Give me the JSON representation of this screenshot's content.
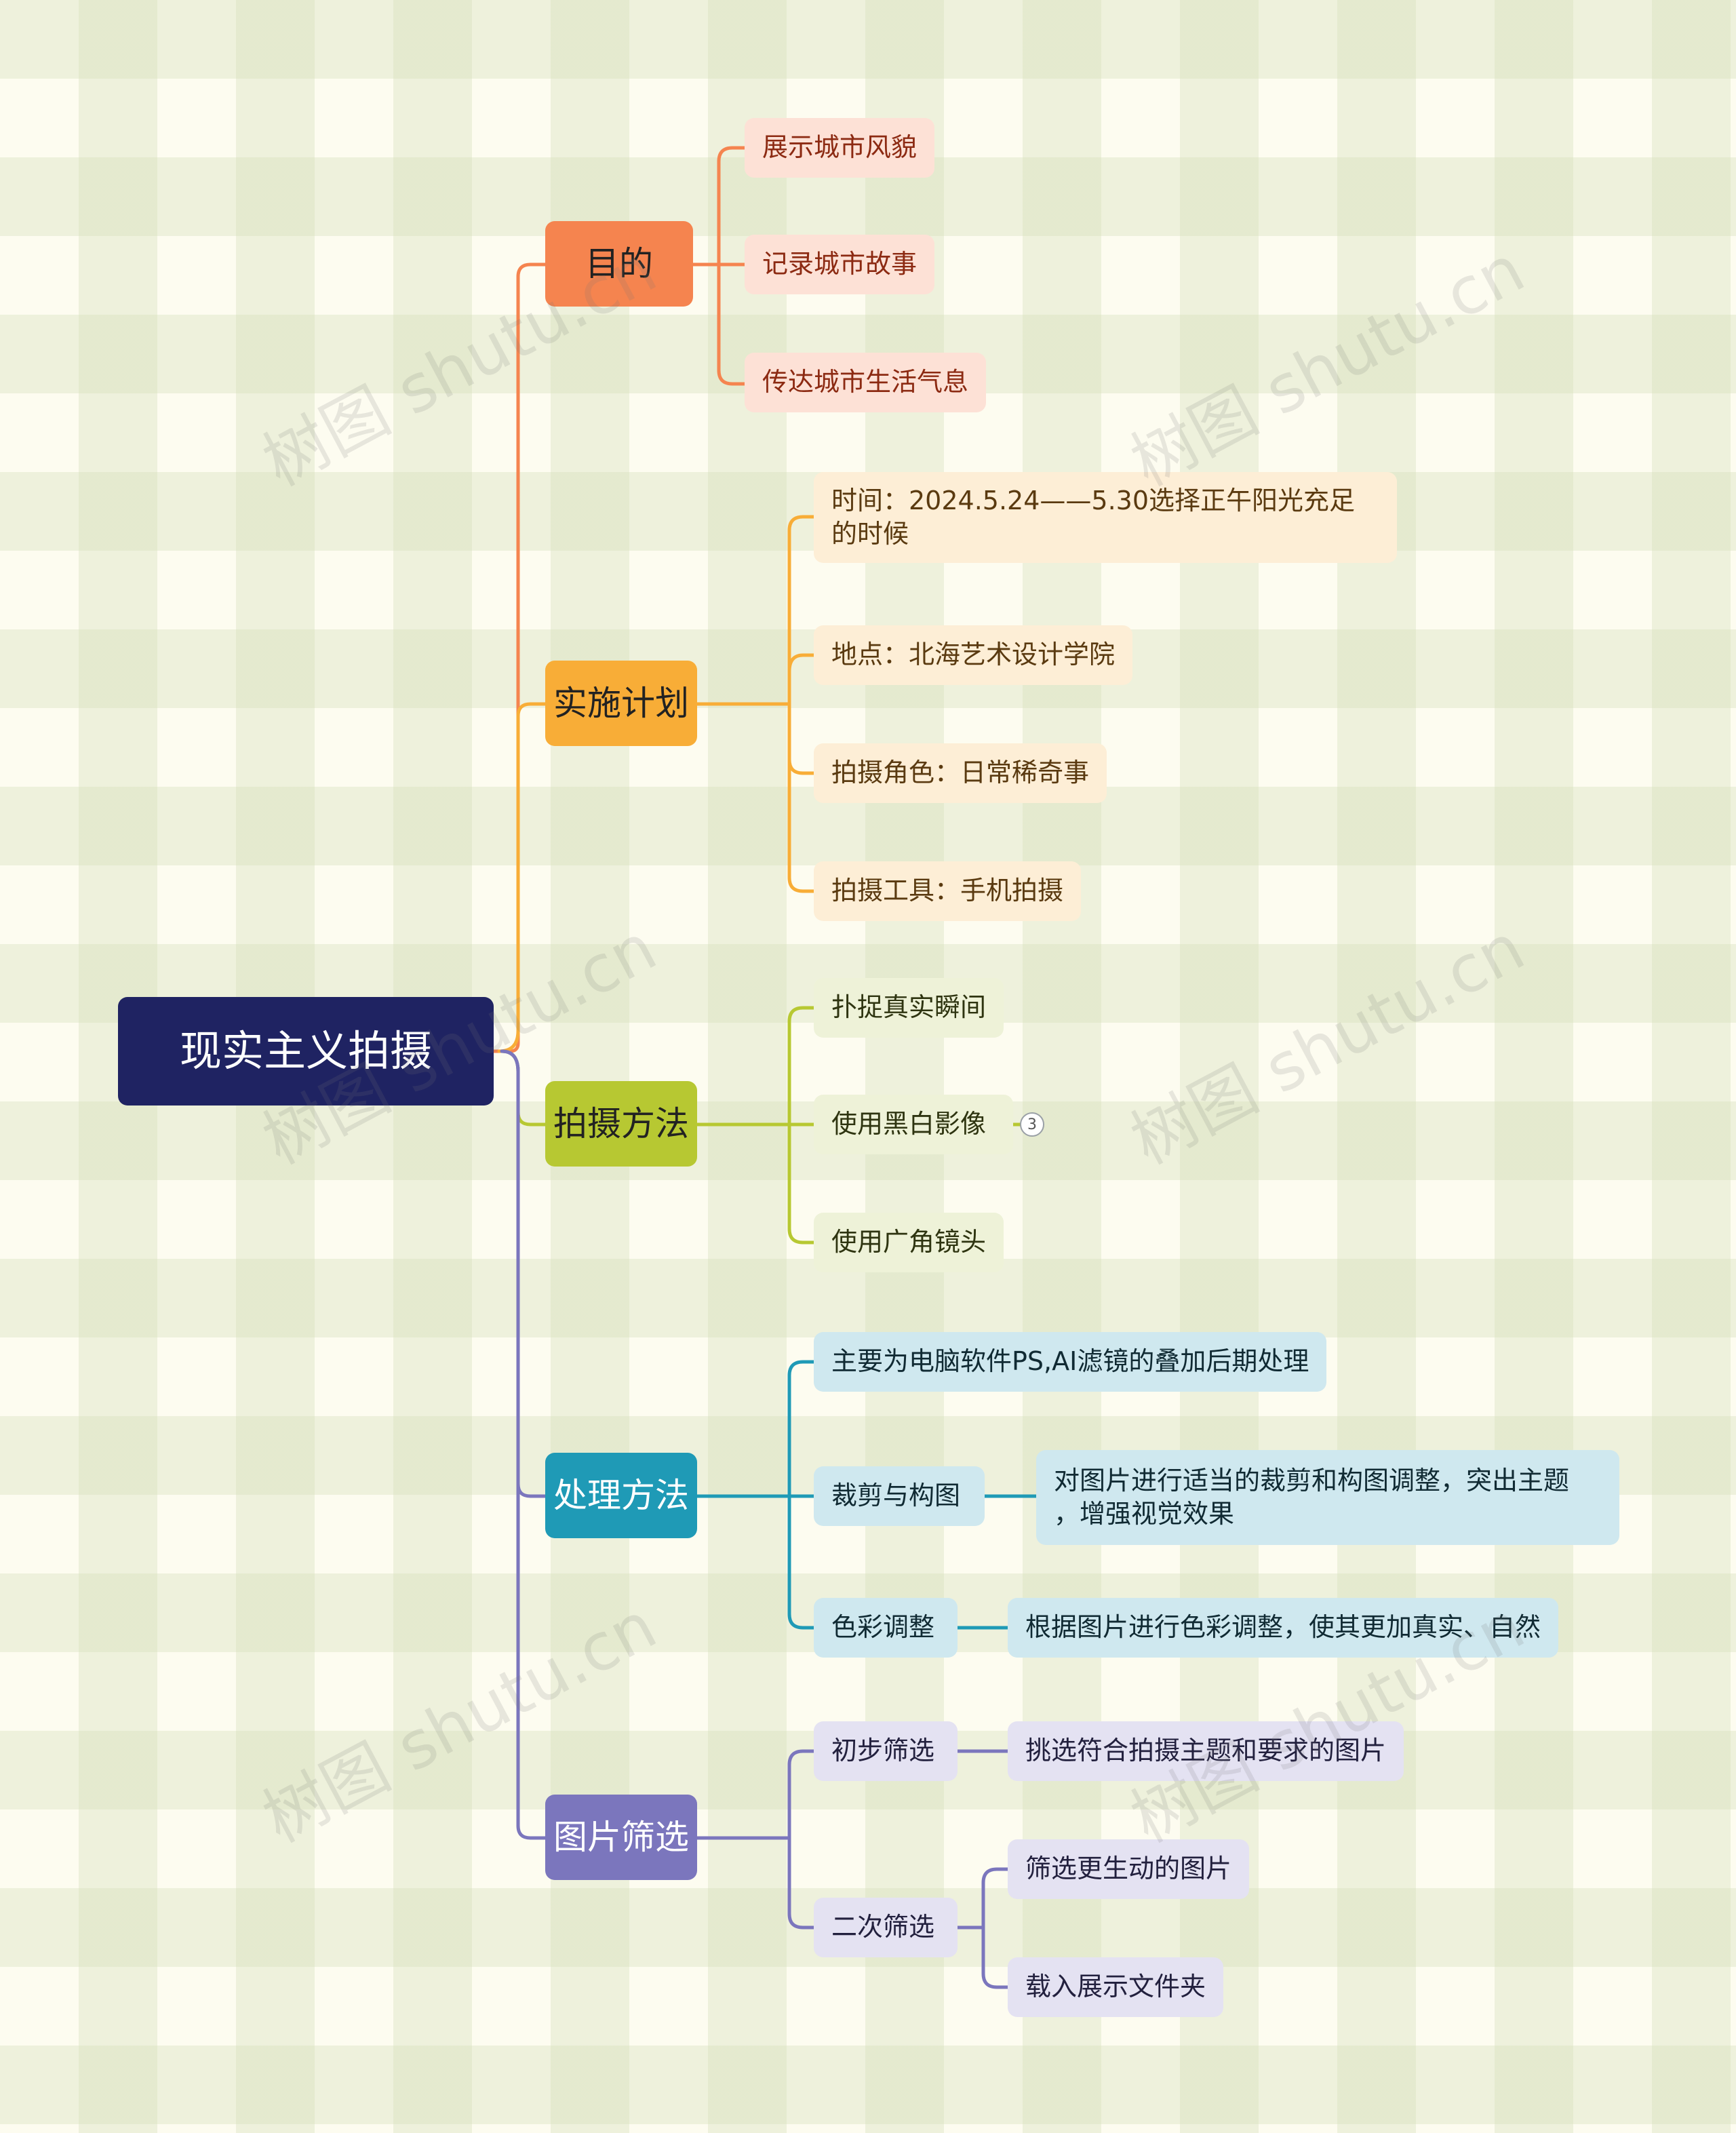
{
  "root": "现实主义拍摄",
  "colors": {
    "root": "#1f2362",
    "purpose": "#f5844f",
    "plan": "#f8ad37",
    "method": "#b7c832",
    "processing": "#1f9ab6",
    "selection": "#7b76bd"
  },
  "branches": {
    "purpose": {
      "label": "目的",
      "items": [
        "展示城市风貌",
        "记录城市故事",
        "传达城市生活气息"
      ]
    },
    "plan": {
      "label": "实施计划",
      "items": [
        "时间：2024.5.24——5.30选择正午阳光充足\n的时候",
        "地点：北海艺术设计学院",
        "拍摄角色：日常稀奇事",
        "拍摄工具：手机拍摄"
      ]
    },
    "method": {
      "label": "拍摄方法",
      "items": [
        "扑捉真实瞬间",
        "使用黑白影像",
        "使用广角镜头"
      ],
      "badge": "3"
    },
    "processing": {
      "label": "处理方法",
      "items": [
        "主要为电脑软件PS,AI滤镜的叠加后期处理",
        "裁剪与构图",
        "色彩调整"
      ],
      "crop_detail": "对图片进行适当的裁剪和构图调整，突出主题\n，增强视觉效果",
      "color_detail": "根据图片进行色彩调整，使其更加真实、自然"
    },
    "selection": {
      "label": "图片筛选",
      "items": [
        "初步筛选",
        "二次筛选"
      ],
      "first_detail": "挑选符合拍摄主题和要求的图片",
      "second_details": [
        "筛选更生动的图片",
        "载入展示文件夹"
      ]
    }
  },
  "watermark": "树图 shutu.cn"
}
